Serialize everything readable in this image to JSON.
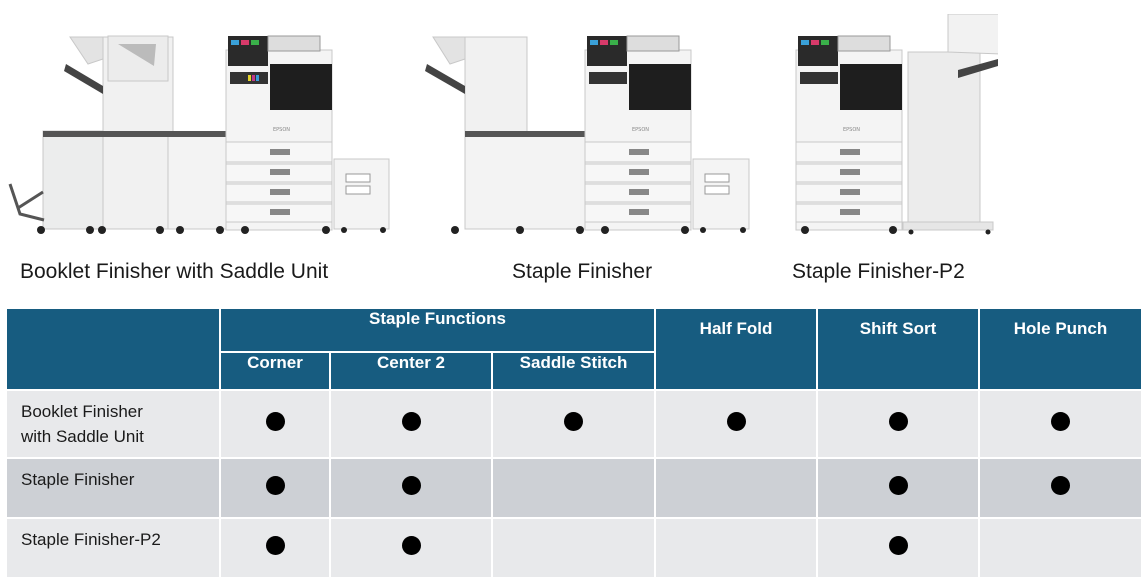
{
  "products": [
    {
      "name": "Booklet Finisher with Saddle Unit",
      "image": "printer-with-booklet-finisher-image"
    },
    {
      "name": "Staple Finisher",
      "image": "printer-with-staple-finisher-image"
    },
    {
      "name": "Staple Finisher-P2",
      "image": "printer-with-staple-finisher-p2-image"
    }
  ],
  "table": {
    "group_header": "Staple Functions",
    "sub_headers": [
      "Corner",
      "Center 2",
      "Saddle Stitch"
    ],
    "other_headers": [
      "Half Fold",
      "Shift Sort",
      "Hole Punch"
    ],
    "columns": [
      "Corner",
      "Center 2",
      "Saddle Stitch",
      "Half Fold",
      "Shift Sort",
      "Hole Punch"
    ],
    "rows": [
      {
        "label_line1": "Booklet Finisher",
        "label_line2": "with Saddle Unit",
        "values": [
          true,
          true,
          true,
          true,
          true,
          true
        ]
      },
      {
        "label_line1": "Staple Finisher",
        "label_line2": "",
        "values": [
          true,
          true,
          false,
          false,
          true,
          true
        ]
      },
      {
        "label_line1": "Staple Finisher-P2",
        "label_line2": "",
        "values": [
          true,
          true,
          false,
          false,
          true,
          false
        ]
      }
    ],
    "marker_icon": "filled-circle-icon",
    "colors": {
      "header_bg": "#175c80",
      "row_light": "#e8e9eb",
      "row_dark": "#cdd0d5"
    }
  }
}
